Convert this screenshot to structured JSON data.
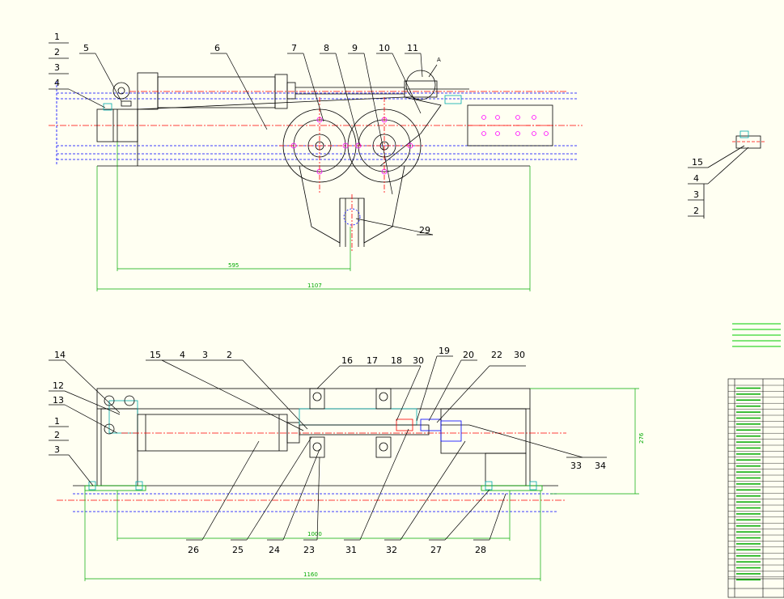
{
  "top_view_labels": [
    "1",
    "2",
    "3",
    "4",
    "5",
    "6",
    "7",
    "8",
    "9",
    "10",
    "11",
    "29"
  ],
  "top_view_detail_mark": "A",
  "detail_view_labels": [
    "15",
    "4",
    "3",
    "2"
  ],
  "front_view_top_labels": [
    "14",
    "12",
    "13",
    "15",
    "4",
    "3",
    "2",
    "16",
    "17",
    "18",
    "30",
    "19",
    "20",
    "22",
    "30"
  ],
  "front_view_left_labels": [
    "1",
    "2",
    "3"
  ],
  "front_view_bottom_labels": [
    "26",
    "25",
    "24",
    "23",
    "31",
    "32",
    "27",
    "28"
  ],
  "front_view_right_labels": [
    "33",
    "34"
  ],
  "dimensions": {
    "top_inner": "595",
    "top_outer": "1107",
    "front_inner": "1000",
    "front_outer": "1160",
    "front_height": "276"
  },
  "colors": {
    "background": "#fffff2",
    "outline": "#000000",
    "dimension": "#00aa00",
    "centerline": "#ff0000",
    "hidden": "#0000ff",
    "hatch": "#ff00ff",
    "bolt": "#00ffff"
  }
}
